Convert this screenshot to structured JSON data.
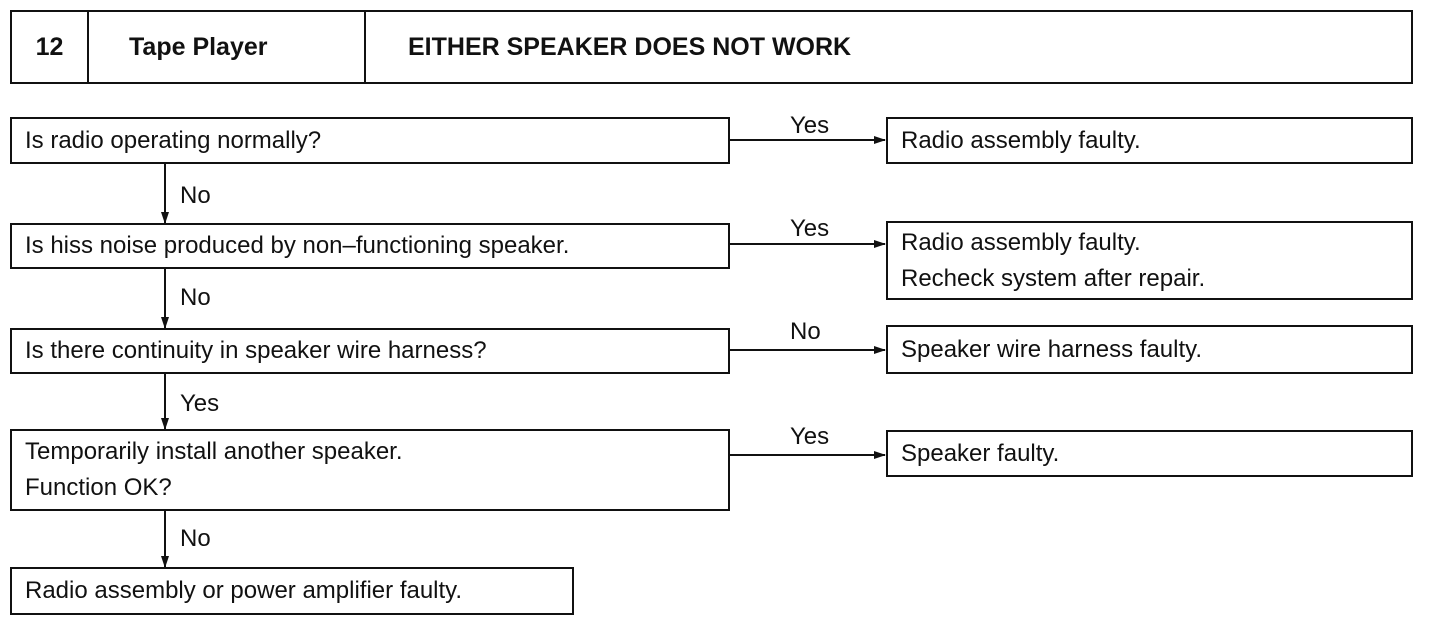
{
  "header": {
    "number": "12",
    "system": "Tape Player",
    "symptom": "EITHER SPEAKER DOES NOT WORK"
  },
  "steps": [
    {
      "question": [
        "Is radio operating normally?"
      ],
      "branch_label": "Yes",
      "result": [
        "Radio assembly faulty."
      ],
      "down_label": "No"
    },
    {
      "question": [
        "Is hiss noise produced by non–functioning speaker."
      ],
      "branch_label": "Yes",
      "result": [
        "Radio assembly faulty.",
        "Recheck system after repair."
      ],
      "down_label": "No"
    },
    {
      "question": [
        "Is there continuity in speaker wire harness?"
      ],
      "branch_label": "No",
      "result": [
        "Speaker wire harness faulty."
      ],
      "down_label": "Yes"
    },
    {
      "question": [
        "Temporarily install another speaker.",
        "Function OK?"
      ],
      "branch_label": "Yes",
      "result": [
        "Speaker faulty."
      ],
      "down_label": "No"
    }
  ],
  "final": [
    "Radio assembly or power amplifier faulty."
  ]
}
